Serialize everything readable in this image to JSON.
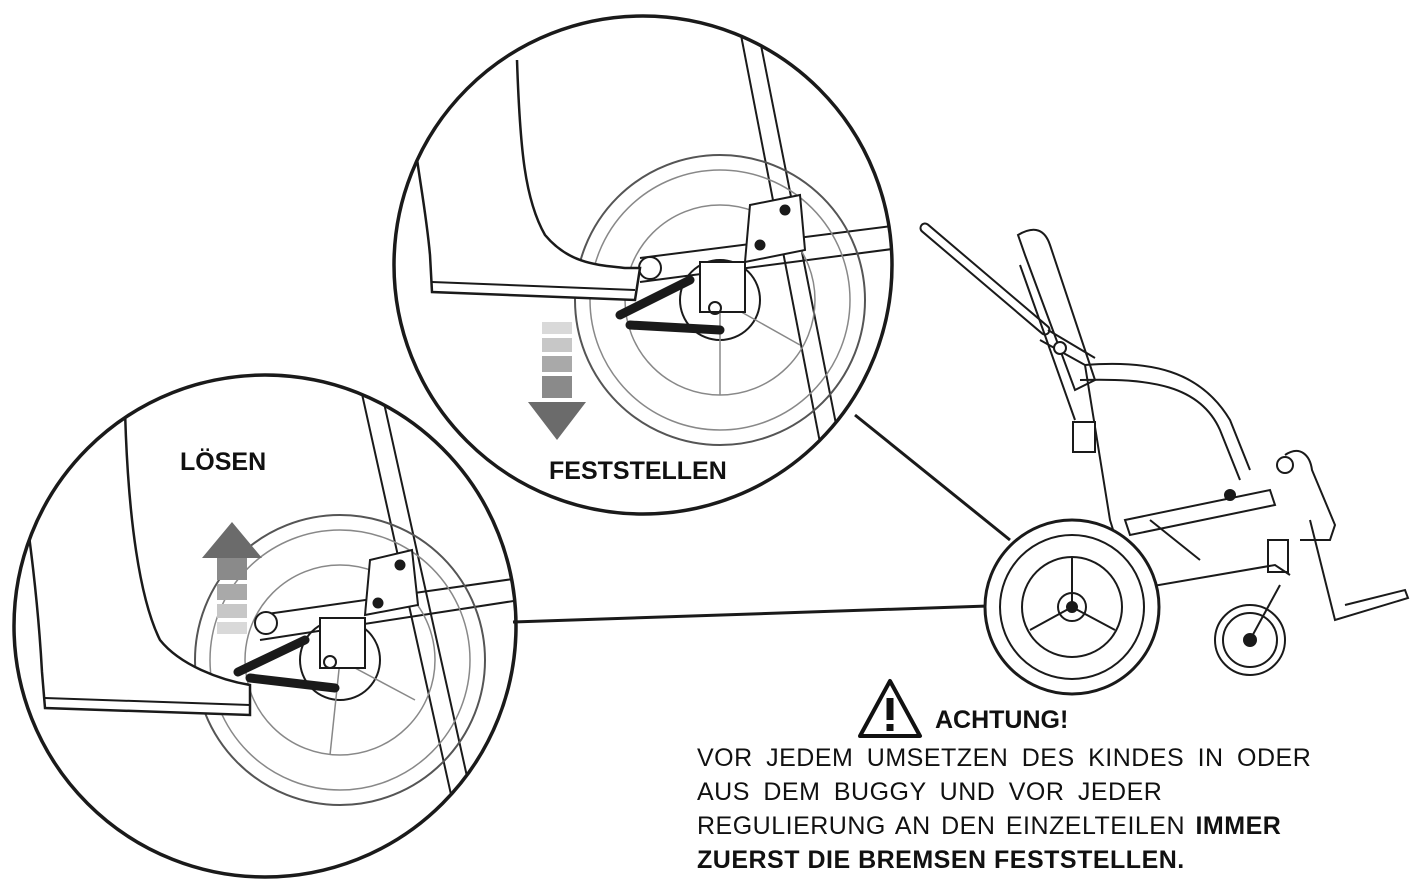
{
  "labels": {
    "release": "LÖSEN",
    "lock": "FESTSTELLEN"
  },
  "warning": {
    "icon": "warning-triangle-icon",
    "title": "ACHTUNG!",
    "line1": "VOR JEDEM UMSETZEN DES KINDES IN ODER",
    "line2": "AUS DEM BUGGY UND VOR JEDER",
    "line3_regular": "REGULIERUNG AN DEN EINZELTEILEN ",
    "line3_bold": "IMMER",
    "line4": "ZUERST DIE BREMSEN FESTSTELLEN."
  },
  "colors": {
    "line": "#1a1a1a",
    "arrow_dark": "#6b6b6b",
    "arrow_light": "#c4c4c4"
  }
}
